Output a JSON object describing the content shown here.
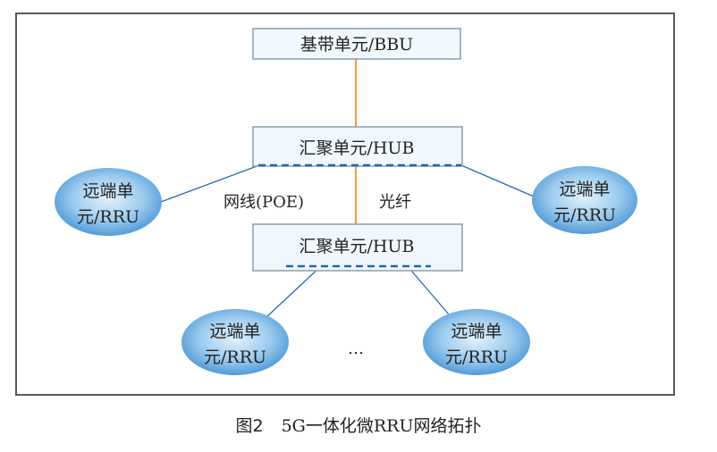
{
  "diagram": {
    "bbu": {
      "label": "基带单元/BBU"
    },
    "hub_top": {
      "label": "汇聚单元/HUB"
    },
    "hub_bottom": {
      "label": "汇聚单元/HUB"
    },
    "rru_left": {
      "line1": "远端单",
      "line2": "元/RRU"
    },
    "rru_right": {
      "line1": "远端单",
      "line2": "元/RRU"
    },
    "rru_bottom_left": {
      "line1": "远端单",
      "line2": "元/RRU"
    },
    "rru_bottom_right": {
      "line1": "远端单",
      "line2": "元/RRU"
    },
    "ellipsis": "…",
    "label_cable": "网线(POE)",
    "label_fiber": "光纤",
    "colors": {
      "fiber": "#f19a3e",
      "cable": "#2a66b8",
      "box_fill": "#f1f8fd",
      "ellipse_center": "#d9eefb",
      "ellipse_edge": "#4b9ad8"
    }
  },
  "caption": {
    "figure_number": "图2",
    "title": "5G一体化微RRU网络拓扑"
  }
}
